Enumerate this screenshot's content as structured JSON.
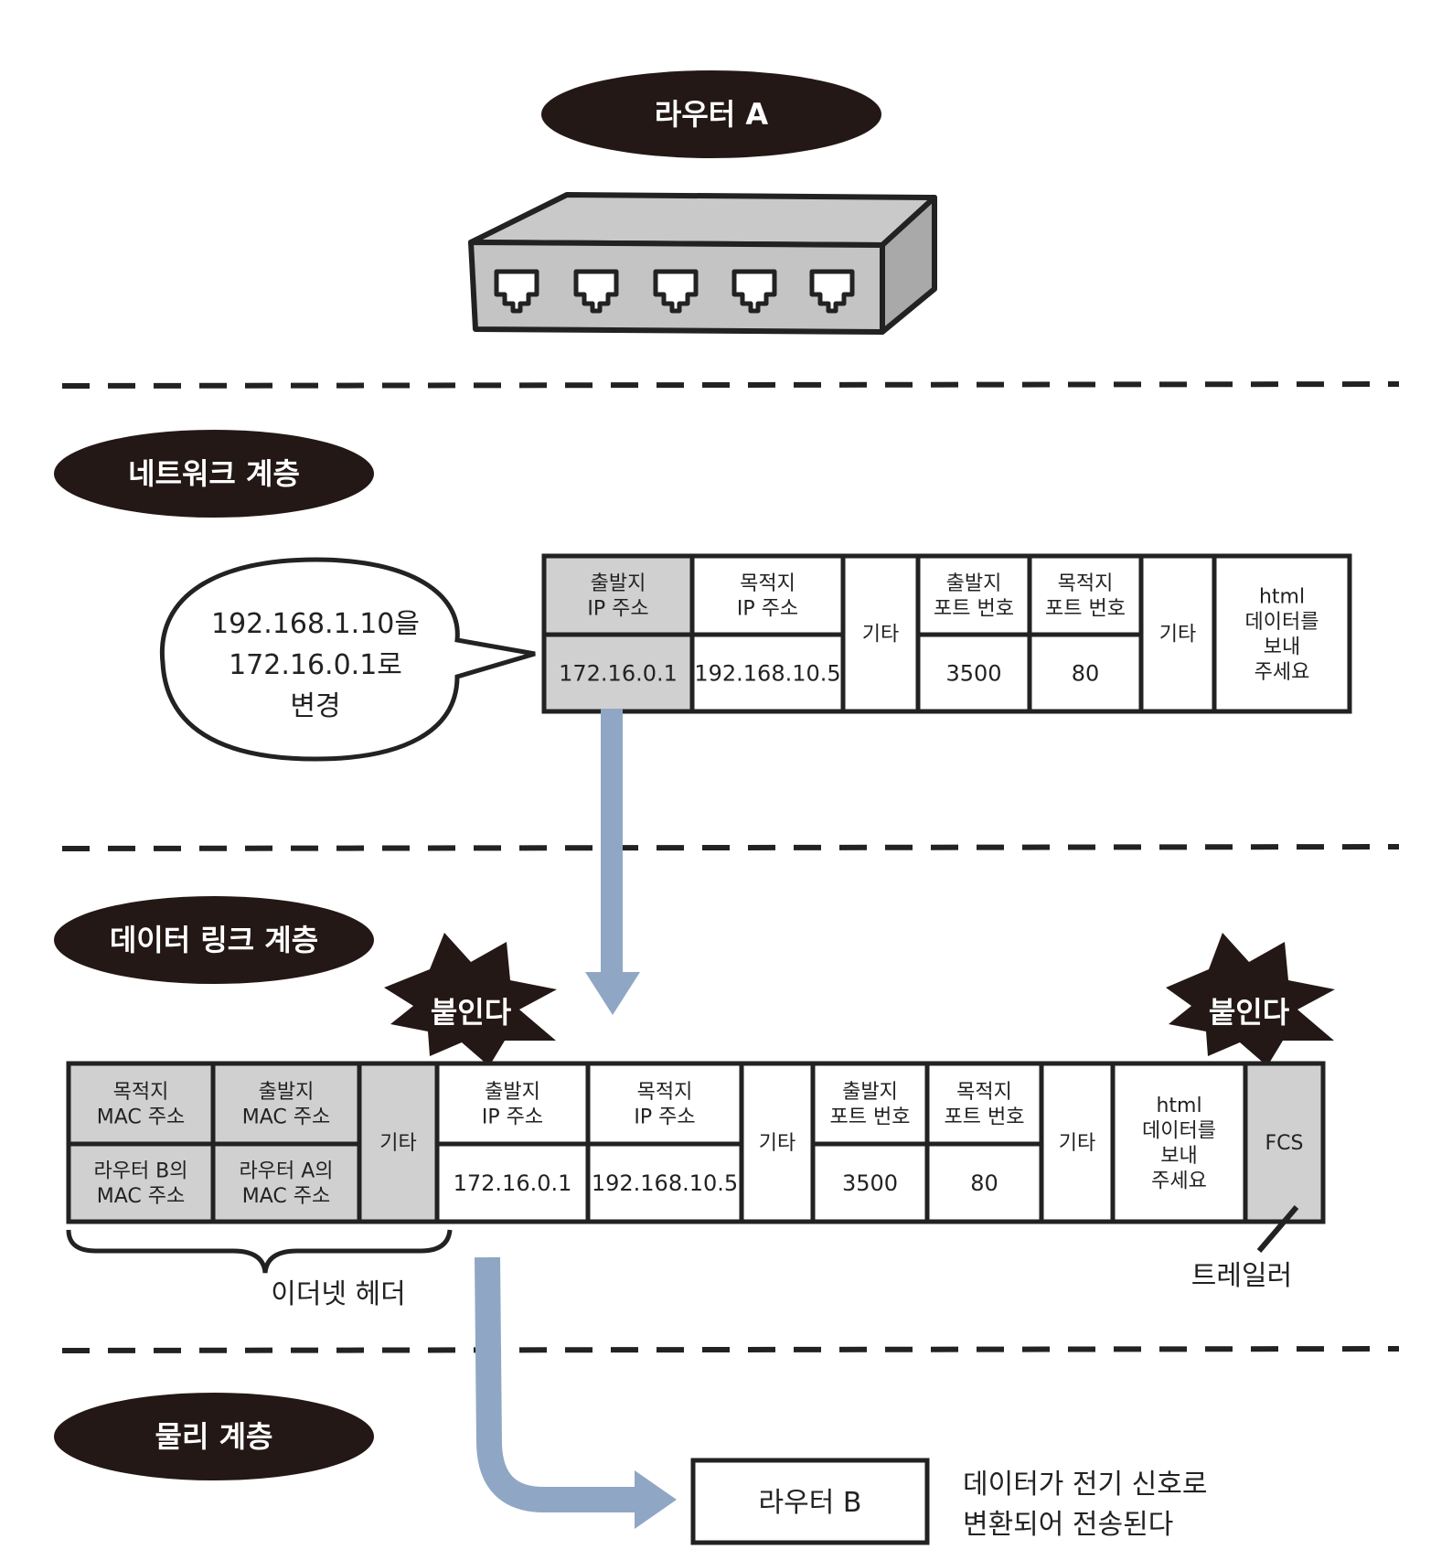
{
  "router_a": {
    "label": "라우터 A"
  },
  "layers": {
    "network": "네트워크 계층",
    "datalink": "데이터 링크 계층",
    "physical": "물리 계층"
  },
  "speech_bubble": [
    "192.168.1.10을",
    "172.16.0.1로",
    "변경"
  ],
  "ip_packet": {
    "headers": [
      [
        "출발지",
        "IP 주소"
      ],
      [
        "목적지",
        "IP 주소"
      ],
      [
        "기타"
      ],
      [
        "출발지",
        "포트 번호"
      ],
      [
        "목적지",
        "포트 번호"
      ],
      [
        "기타"
      ],
      [
        "html",
        "데이터를",
        "보내",
        "주세요"
      ]
    ],
    "values": [
      "172.16.0.1",
      "192.168.10.5",
      "",
      "3500",
      "80",
      "",
      ""
    ]
  },
  "attach_label": "붙인다",
  "ethernet_frame": {
    "mac_headers": [
      [
        "목적지",
        "MAC 주소"
      ],
      [
        "출발지",
        "MAC 주소"
      ],
      [
        "기타"
      ]
    ],
    "mac_values": [
      [
        "라우터 B의",
        "MAC 주소"
      ],
      [
        "라우터 A의",
        "MAC 주소"
      ],
      [
        ""
      ]
    ],
    "ip_headers": [
      [
        "출발지",
        "IP 주소"
      ],
      [
        "목적지",
        "IP 주소"
      ],
      [
        "기타"
      ],
      [
        "출발지",
        "포트 번호"
      ],
      [
        "목적지",
        "포트 번호"
      ],
      [
        "기타"
      ],
      [
        "html",
        "데이터를",
        "보내",
        "주세요"
      ],
      [
        "FCS"
      ]
    ],
    "ip_values": [
      "172.16.0.1",
      "192.168.10.5",
      "",
      "3500",
      "80",
      "",
      "",
      ""
    ]
  },
  "ethernet_header_label": "이더넷 헤더",
  "trailer_label": "트레일러",
  "router_b": {
    "label": "라우터 B"
  },
  "transmission_note": [
    "데이터가 전기 신호로",
    "변환되어 전송된다"
  ],
  "colors": {
    "pill": "#231815",
    "shaded_cell": "#d0d0d0",
    "arrow": "#8fa7c4",
    "ink": "#222222"
  }
}
